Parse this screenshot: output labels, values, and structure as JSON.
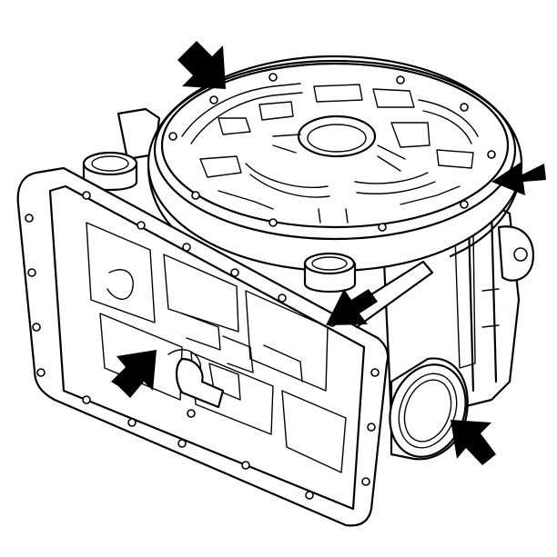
{
  "diagram": {
    "colors": {
      "line": "#000000",
      "background": "#ffffff"
    },
    "arrows": [
      {
        "name": "arrow-top-left",
        "direction": "down-right"
      },
      {
        "name": "arrow-right",
        "direction": "left"
      },
      {
        "name": "arrow-center",
        "direction": "down-left"
      },
      {
        "name": "arrow-lower-left",
        "direction": "up-right"
      },
      {
        "name": "arrow-lower-right",
        "direction": "up-left"
      }
    ],
    "icons": [
      "transmission-case-illustration",
      "valve-body-plate",
      "side-cover-gasket",
      "output-bore",
      "indicator-arrow"
    ]
  }
}
